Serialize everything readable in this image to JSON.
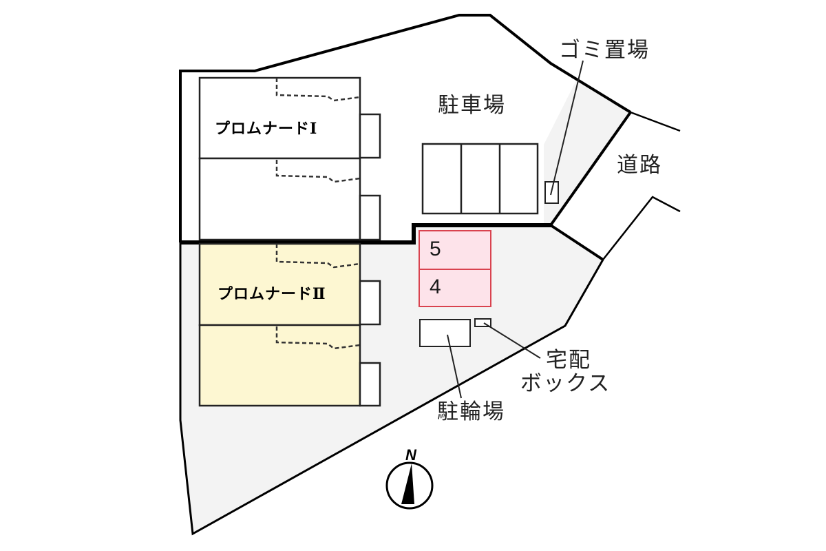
{
  "map": {
    "colors": {
      "background": "#ffffff",
      "site_gray": "#f3f3f3",
      "building_2_fill": "#fdf7d2",
      "highlight_lot_fill": "#fde3ea",
      "highlight_lot_stroke": "#d9434f",
      "line": "#000000"
    },
    "buildings": [
      {
        "id": "building-1",
        "label": "プロムナードⅠ",
        "highlighted": false
      },
      {
        "id": "building-2",
        "label": "プロムナードⅡ",
        "highlighted": true
      }
    ],
    "areas": {
      "parking": "駐車場",
      "garbage": "ゴミ置場",
      "road": "道路",
      "delivery_box_line1": "宅配",
      "delivery_box_line2": "ボックス",
      "bicycle_parking": "駐輪場"
    },
    "parking_lots": {
      "unassigned_count": 3,
      "highlighted": [
        {
          "number": "5"
        },
        {
          "number": "4"
        }
      ]
    },
    "compass": {
      "north_label": "N",
      "icon": "north-arrow-icon"
    }
  }
}
